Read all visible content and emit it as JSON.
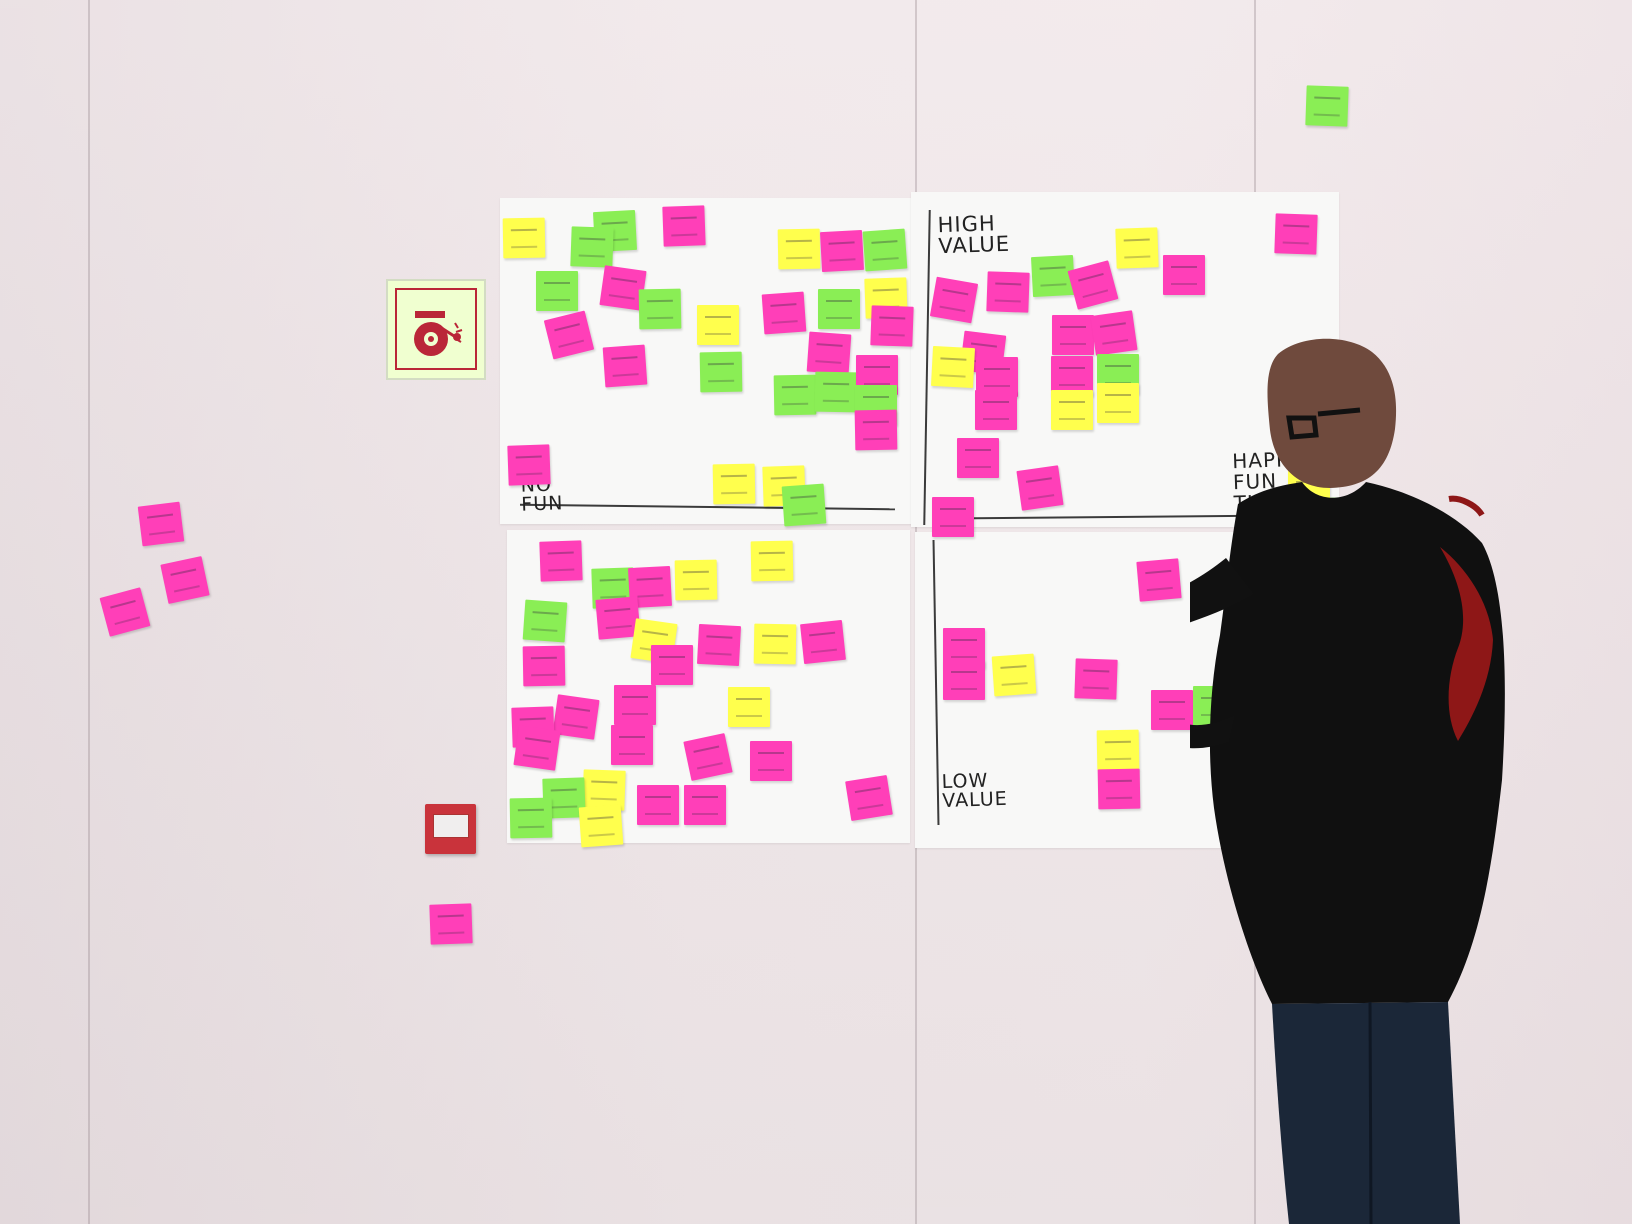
{
  "scene": {
    "description_labels": {
      "top_right_quadrant": "HIGH\nVALUE",
      "left_axis_end": "NO\nFUN",
      "right_axis_end": "HAPPY\nFUN\nTIME",
      "bottom_right_quadrant": "LOW\nVALUE"
    }
  },
  "colors": {
    "sticky_pink": "#ff3fb8",
    "sticky_yellow": "#ffff4d",
    "sticky_green": "#8aee55",
    "fire_red": "#c9333b",
    "shirt_black": "#111111",
    "jeans_blue": "#1b2738"
  },
  "icons": {
    "fire_alarm_sign": "fire-alarm-bell-icon",
    "fire_alarm_call_point": "fire-alarm-call-point-icon"
  }
}
